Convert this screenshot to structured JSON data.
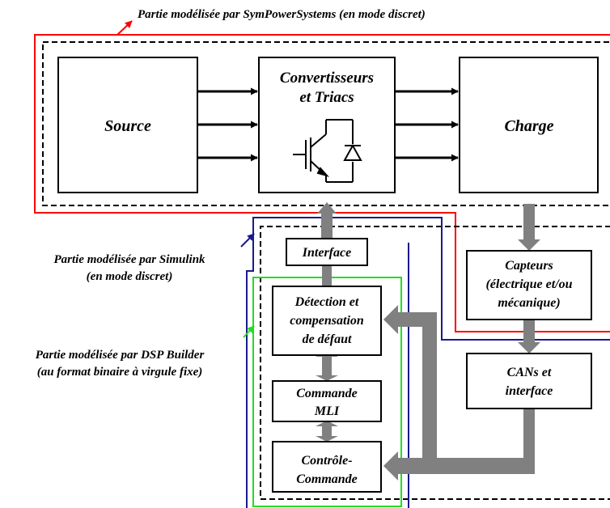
{
  "title": "Partie modélisée par SymPowerSystems (en mode discret)",
  "blocks": {
    "source": "Source",
    "converters": [
      "Convertisseurs",
      "et Triacs"
    ],
    "charge": "Charge",
    "interface": "Interface",
    "detection": [
      "Détection et",
      "compensation",
      "de défaut"
    ],
    "commande_mli": [
      "Commande",
      "MLI"
    ],
    "controle": [
      "Contrôle-",
      "Commande"
    ],
    "capteurs": [
      "Capteurs",
      "(électrique et/ou",
      "mécanique)"
    ],
    "cans": [
      "CANs et",
      "interface"
    ]
  },
  "labels": {
    "simulink": [
      "Partie modélisée par Simulink",
      "(en mode discret)"
    ],
    "dsp": [
      "Partie modélisée par DSP Builder",
      "(au format binaire à virgule fixe)"
    ]
  },
  "colors": {
    "symPower": "#ff0000",
    "simulink": "#1a1a8c",
    "dspBuilder": "#22dd22",
    "arrow": "#808080"
  }
}
